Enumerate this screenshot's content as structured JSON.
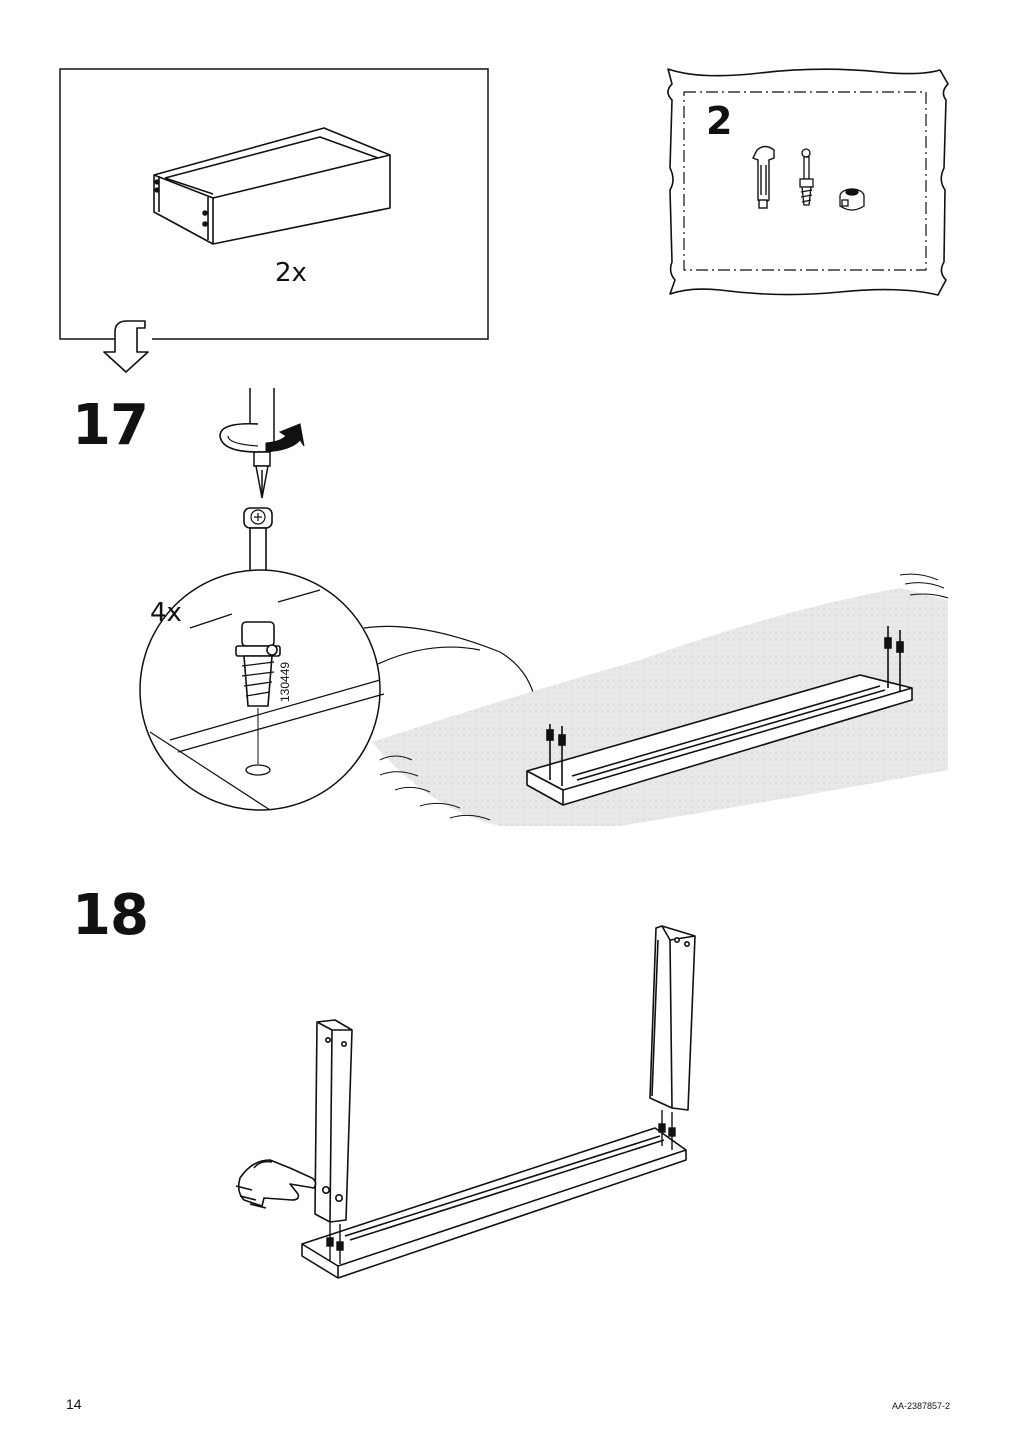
{
  "header_panel": {
    "quantity_label": "2x"
  },
  "bag_panel": {
    "bag_number": "2"
  },
  "step17": {
    "step_number": "17",
    "quantity_label": "4x",
    "part_number": "130449"
  },
  "step18": {
    "step_number": "18"
  },
  "footer": {
    "page_number": "14",
    "document_code": "AA-2387857-2"
  }
}
